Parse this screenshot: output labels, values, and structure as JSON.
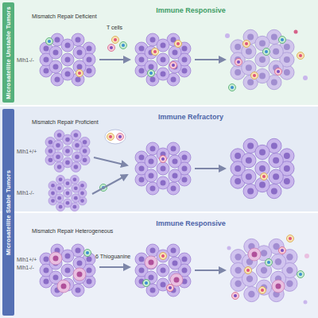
{
  "diagram": {
    "nodes": [
      {
        "text": [
          "Microsatellite Unstable Tumors"
        ]
      },
      {
        "text": [
          "Immune Responsive"
        ]
      },
      {
        "text": [
          "Microsatellite Stable Tumors"
        ]
      },
      {
        "text": [
          "Immune Refractory"
        ]
      },
      {
        "text": [
          "Immune Responsive"
        ]
      }
    ],
    "labels": [
      "Mismatch Repair Deficient",
      "T cells",
      "Mlh1-/-",
      "Mismatch Repair Proficient",
      "Mlh1+/+",
      "Mlh1-/-",
      "Mismatch Repair Heterogeneous",
      "6 Thioguanine",
      "Mlh1+/+",
      "Mlh1-/-"
    ]
  }
}
